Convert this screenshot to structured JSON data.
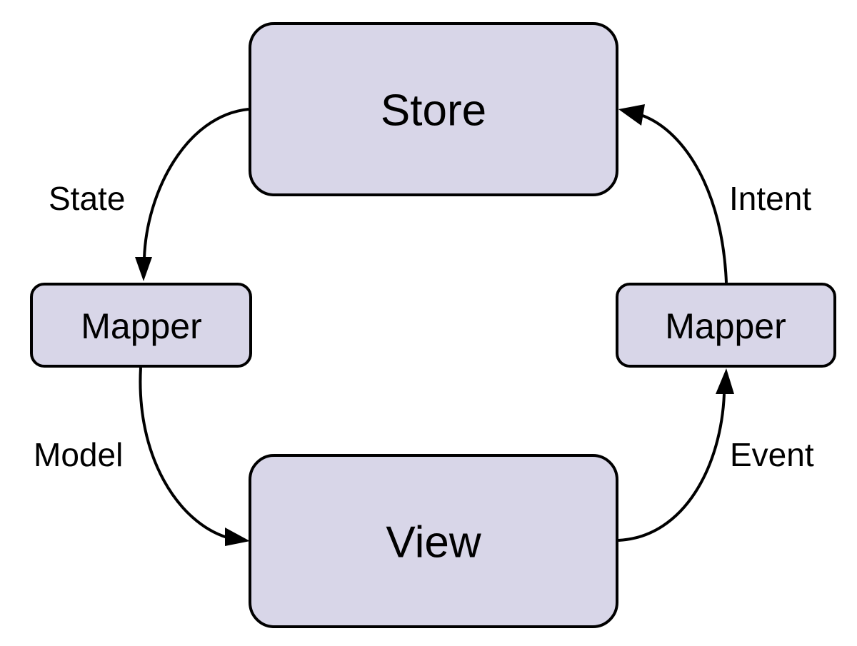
{
  "colors": {
    "node_fill": "#d8d6e8",
    "node_stroke": "#000000",
    "edge": "#000000",
    "text": "#000000",
    "background": "#ffffff"
  },
  "nodes": {
    "store": "Store",
    "mapper_left": "Mapper",
    "mapper_right": "Mapper",
    "view": "View"
  },
  "edges": {
    "state": "State",
    "model": "Model",
    "event": "Event",
    "intent": "Intent"
  }
}
